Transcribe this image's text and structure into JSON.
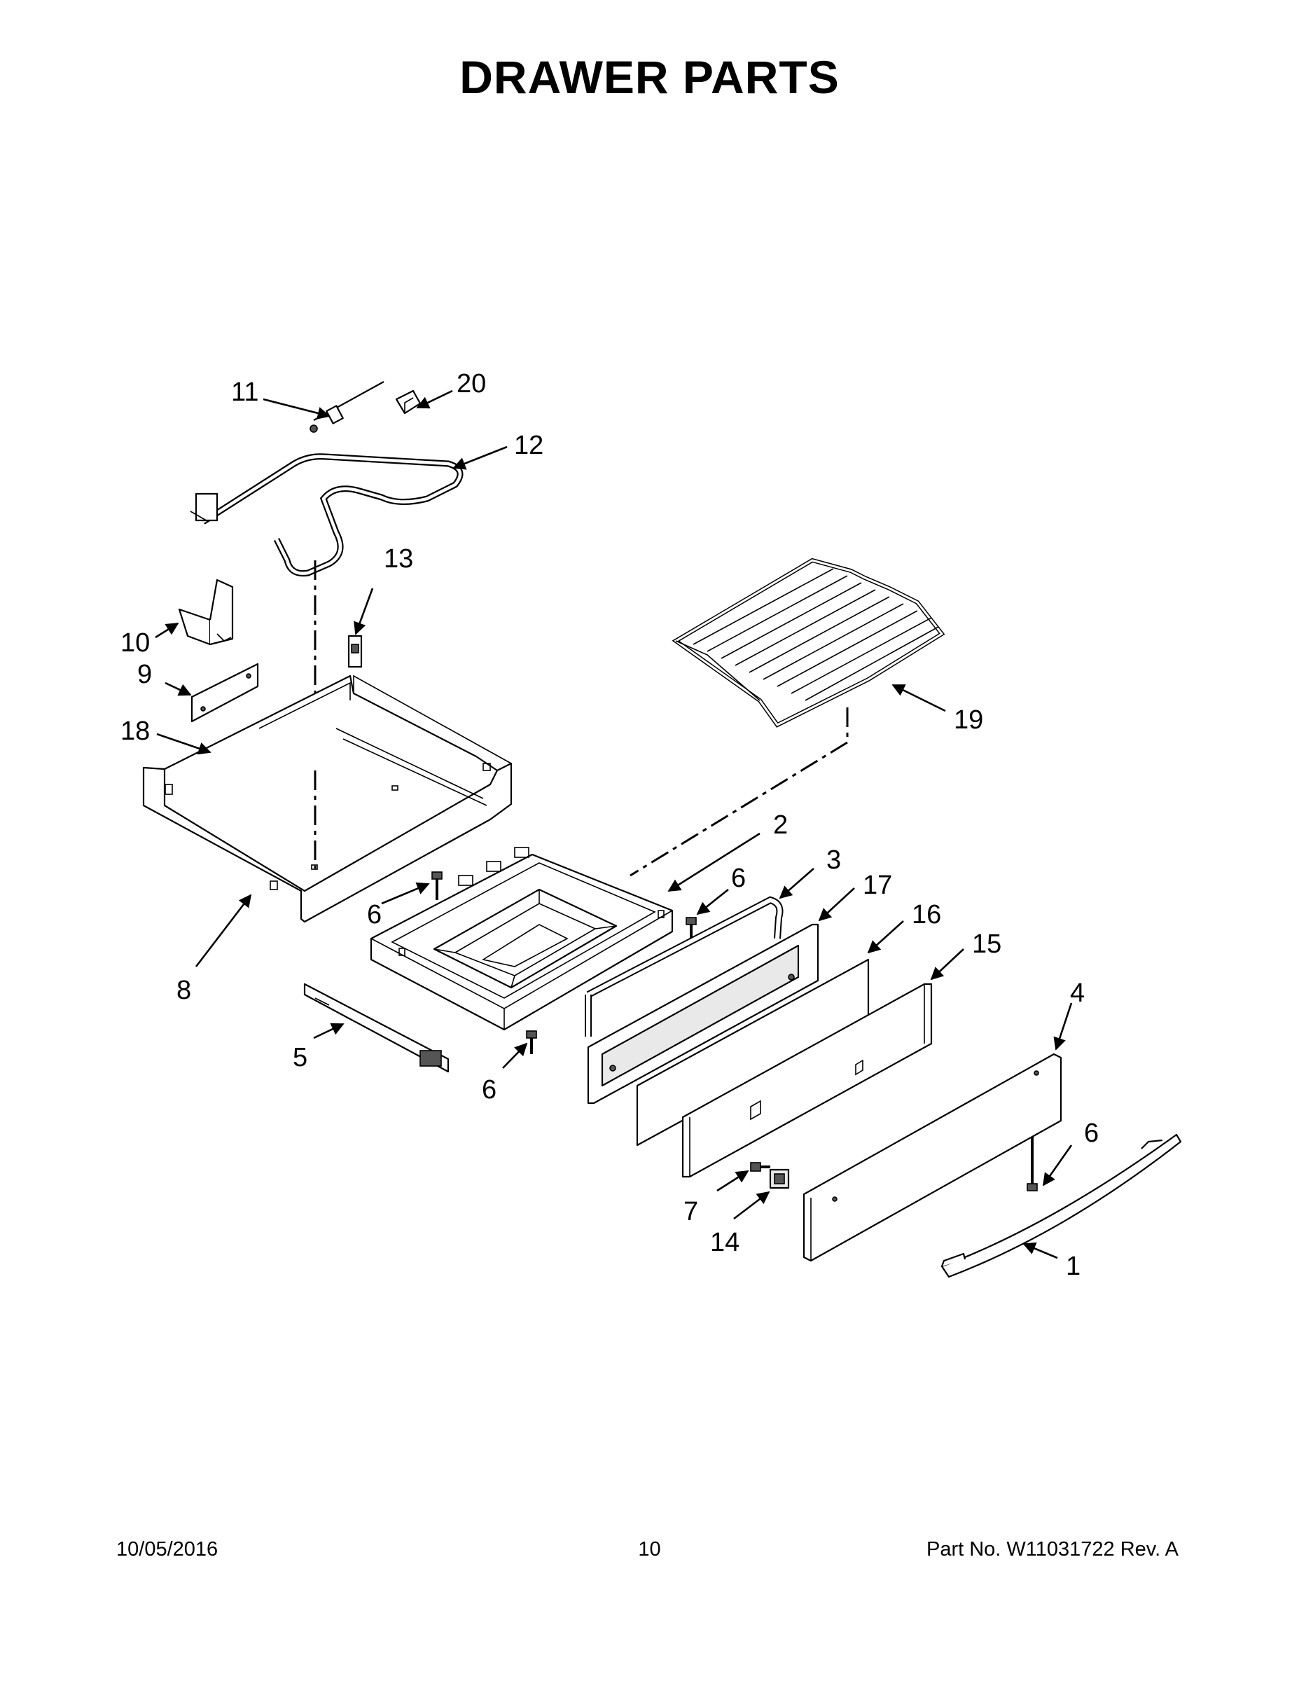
{
  "title": "DRAWER PARTS",
  "callouts": {
    "c1": "1",
    "c2": "2",
    "c3": "3",
    "c4": "4",
    "c5": "5",
    "c6a": "6",
    "c6b": "6",
    "c6c": "6",
    "c6d": "6",
    "c7": "7",
    "c8": "8",
    "c9": "9",
    "c10": "10",
    "c11": "11",
    "c12": "12",
    "c13": "13",
    "c14": "14",
    "c15": "15",
    "c16": "16",
    "c17": "17",
    "c18": "18",
    "c19": "19",
    "c20": "20"
  },
  "footer": {
    "date": "10/05/2016",
    "page": "10",
    "part_no": "Part No.  W11031722  Rev.  A"
  }
}
